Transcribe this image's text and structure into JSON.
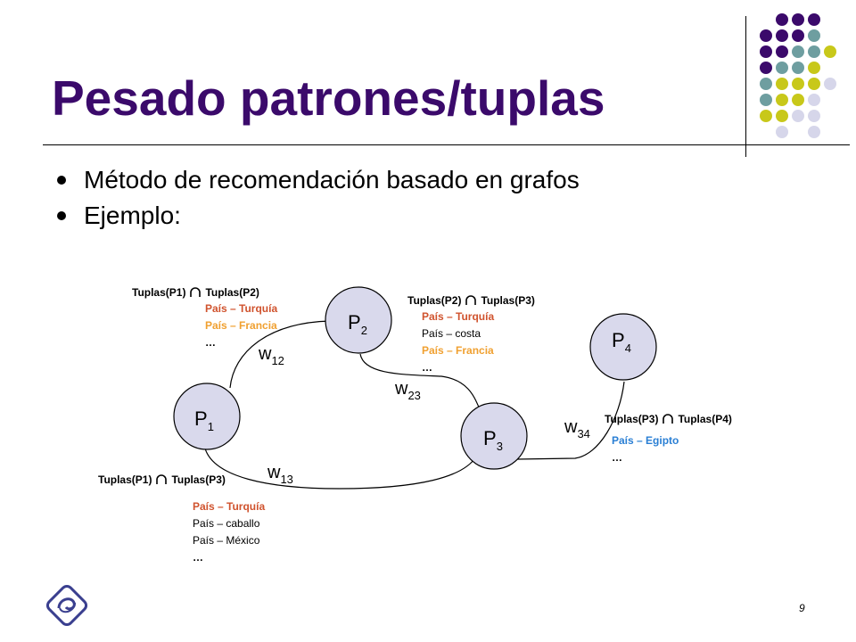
{
  "title": "Pesado patrones/tuplas",
  "bullets": [
    "Método de recomendación basado en grafos",
    "Ejemplo:"
  ],
  "nodes": {
    "p1": {
      "base": "P",
      "sub": "1"
    },
    "p2": {
      "base": "P",
      "sub": "2"
    },
    "p3": {
      "base": "P",
      "sub": "3"
    },
    "p4": {
      "base": "P",
      "sub": "4"
    }
  },
  "weights": {
    "w12": {
      "base": "w",
      "sub": "12"
    },
    "w23": {
      "base": "w",
      "sub": "23"
    },
    "w13": {
      "base": "w",
      "sub": "13"
    },
    "w34": {
      "base": "w",
      "sub": "34"
    }
  },
  "boxes": {
    "p1p2": {
      "left": "Tuplas(P1)",
      "right": "Tuplas(P2)",
      "items": [
        {
          "text": "País – Turquía",
          "color": "#d0532e"
        },
        {
          "text": "País – Francia",
          "color": "#f0a030"
        },
        {
          "text": "…",
          "color": "#000000"
        }
      ]
    },
    "p2p3": {
      "left": "Tuplas(P2)",
      "right": "Tuplas(P3)",
      "items": [
        {
          "text": "País – Turquía",
          "color": "#d0532e"
        },
        {
          "text": "País – costa",
          "color": "#000000"
        },
        {
          "text": "País – Francia",
          "color": "#f0a030"
        },
        {
          "text": "…",
          "color": "#000000"
        }
      ]
    },
    "p1p3": {
      "left": "Tuplas(P1)",
      "right": "Tuplas(P3)",
      "items": [
        {
          "text": "País – Turquía",
          "color": "#d0532e"
        },
        {
          "text": "País – caballo",
          "color": "#000000"
        },
        {
          "text": "País – México",
          "color": "#000000"
        },
        {
          "text": "…",
          "color": "#000000"
        }
      ]
    },
    "p3p4": {
      "left": "Tuplas(P3)",
      "right": "Tuplas(P4)",
      "items": [
        {
          "text": "País – Egipto",
          "color": "#2a7fd4"
        },
        {
          "text": "…",
          "color": "#000000"
        }
      ]
    }
  },
  "intersection_icon": "intersection-symbol",
  "page_number": "9",
  "colors": {
    "title": "#3b0a6b",
    "node_fill": "#d9d9ec",
    "dot_purple": "#3b0a6b",
    "dot_teal": "#6e9ea0",
    "dot_yellow": "#c8c81a",
    "dot_lavender": "#d6d6ea"
  }
}
